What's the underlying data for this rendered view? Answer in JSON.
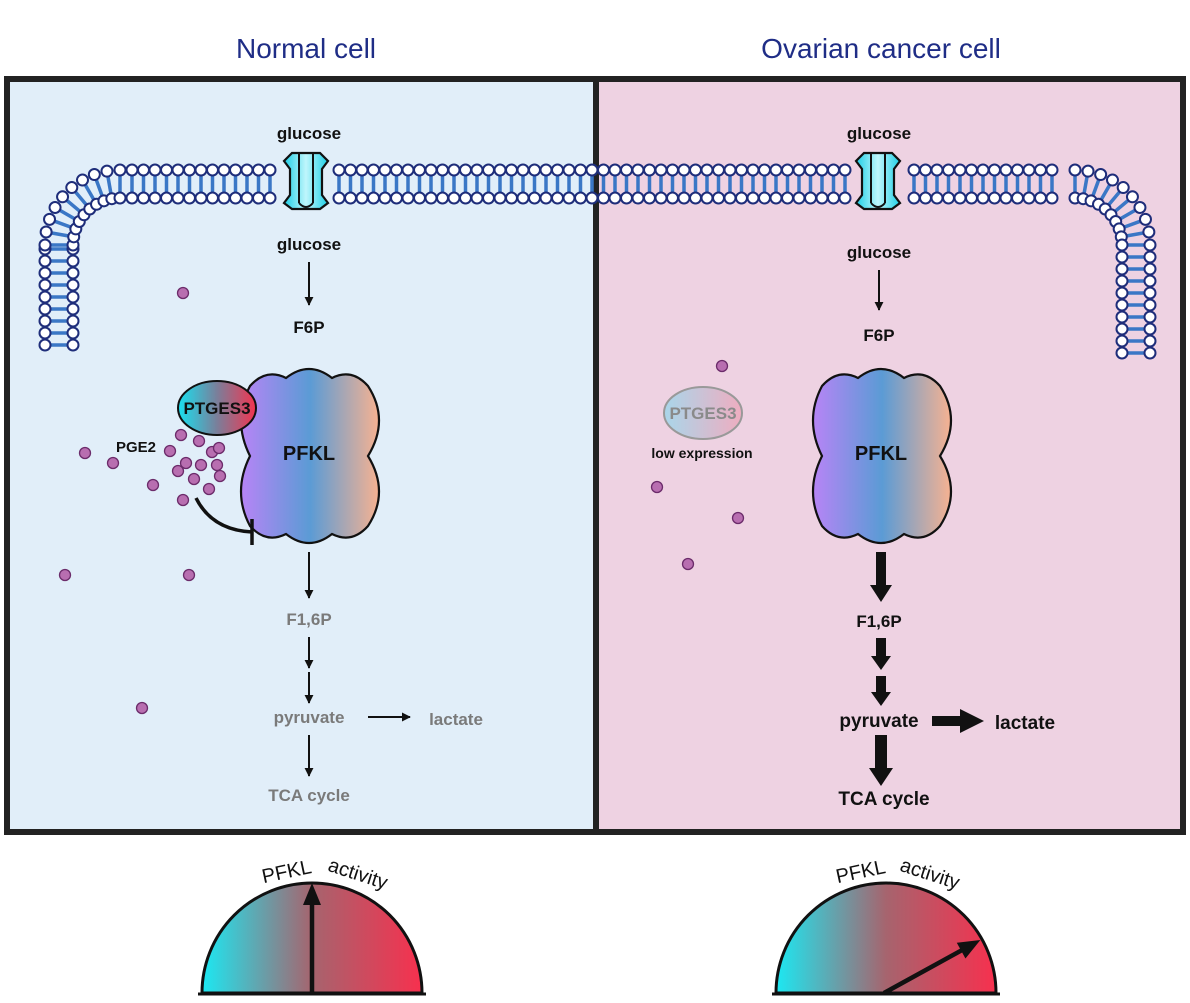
{
  "colors": {
    "title": "#1f2d86",
    "normal_bg": "#e1eef9",
    "cancer_bg": "#eed2e2",
    "membrane_stroke": "#1e2d7a",
    "membrane_tail": "#3a77c6",
    "transporter": "#4fd4ea",
    "pge2_dot": "#b86eb0",
    "gauge_low": "#1ce8f2",
    "gauge_high": "#f7304e"
  },
  "icons": [
    "glucose-transporter-icon",
    "pge2-molecule-icon",
    "arrow-icon",
    "inhibition-bar-icon",
    "gauge-needle-icon"
  ],
  "normal": {
    "title": "Normal cell",
    "glucose_out": "glucose",
    "glucose_in": "glucose",
    "f6p": "F6P",
    "ptges3": "PTGES3",
    "pge2": "PGE2",
    "pfkl": "PFKL",
    "f16p": "F1,6P",
    "pyruvate": "pyruvate",
    "lactate": "lactate",
    "tca": "TCA cycle",
    "gauge_word1": "PFKL",
    "gauge_word2": "activity",
    "gauge_level": 0.5
  },
  "cancer": {
    "title": "Ovarian cancer cell",
    "glucose_out": "glucose",
    "glucose_in": "glucose",
    "f6p": "F6P",
    "ptges3": "PTGES3",
    "ptges3_note": "low expression",
    "pfkl": "PFKL",
    "f16p": "F1,6P",
    "pyruvate": "pyruvate",
    "lactate": "lactate",
    "tca": "TCA cycle",
    "gauge_word1": "PFKL",
    "gauge_word2": "activity",
    "gauge_level": 0.84
  }
}
